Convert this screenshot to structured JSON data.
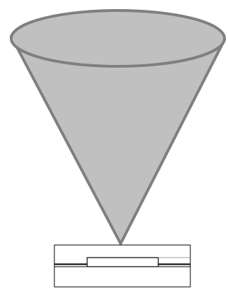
{
  "diagram": {
    "elements": [
      {
        "name": "cone",
        "shape": "inverted-cone"
      },
      {
        "name": "cone-top-ellipse",
        "shape": "ellipse"
      },
      {
        "name": "substrate-block",
        "shape": "rectangle"
      },
      {
        "name": "sample-strip",
        "shape": "rectangle"
      }
    ],
    "colors": {
      "cone_fill": "#c0c0c0",
      "cone_stroke": "#7f7f7f",
      "block_fill": "#ffffff",
      "block_stroke": "#000000",
      "block_inner_line": "#999999"
    }
  }
}
